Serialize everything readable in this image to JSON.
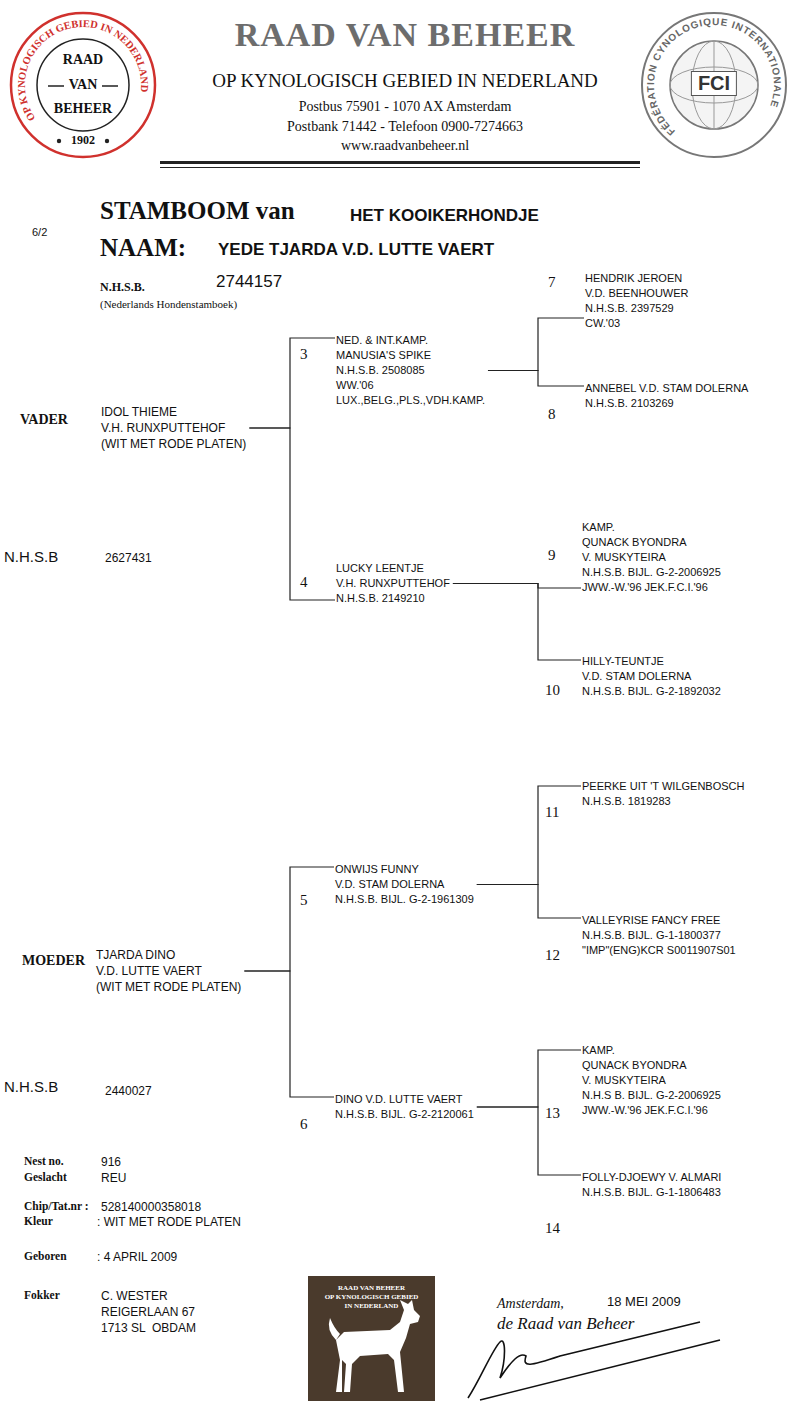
{
  "diagram": {
    "title": "STAMBOOM van",
    "nodes": [
      {
        "text": [
          "OP KYNOLOGISCH GEBIED IN NEDERLAND",
          "RAAD",
          "VAN",
          "BEHEER",
          "1902"
        ]
      },
      {
        "text": [
          "FÉDÉRATION CYNOLOGIQUE INTERNATIONALE",
          "FCI"
        ]
      },
      {
        "text": [
          "IDOL THIEME",
          "V.H. RUNXPUTTEHOF",
          "(WIT MET RODE PLATEN)"
        ]
      },
      {
        "text": [
          "NED. & INT.KAMP.",
          "MANUSIA'S SPIKE",
          "N.H.S.B. 2508085",
          "WW.'06",
          "LUX.,BELG.,PLS.,VDH.KAMP."
        ]
      },
      {
        "text": [
          "LUCKY LEENTJE",
          "V.H. RUNXPUTTEHOF",
          "N.H.S.B. 2149210"
        ]
      },
      {
        "text": [
          "HENDRIK JEROEN",
          "V.D. BEENHOUWER",
          "N.H.S.B. 2397529",
          "CW.'03"
        ]
      },
      {
        "text": [
          "ANNEBEL V.D. STAM DOLERNA",
          "N.H.S.B. 2103269"
        ]
      },
      {
        "text": [
          "KAMP.",
          "QUNACK BYONDRA",
          "V. MUSKYTEIRA",
          "N.H.S.B. BIJL. G-2-2006925",
          "JWW.-W.'96 JEK.F.C.I.'96"
        ]
      },
      {
        "text": [
          "HILLY-TEUNTJE",
          "V.D. STAM DOLERNA",
          "N.H.S.B. BIJL. G-2-1892032"
        ]
      },
      {
        "text": [
          "TJARDA DINO",
          "V.D. LUTTE VAERT",
          "(WIT MET RODE PLATEN)"
        ]
      },
      {
        "text": [
          "ONWIJS FUNNY",
          "V.D. STAM DOLERNA",
          "N.H.S.B. BIJL. G-2-1961309"
        ]
      },
      {
        "text": [
          "DINO V.D. LUTTE VAERT",
          "N.H.S.B. BIJL. G-2-2120061"
        ]
      },
      {
        "text": [
          "PEERKE UIT 'T WILGENBOSCH",
          "N.H.S.B. 1819283"
        ]
      },
      {
        "text": [
          "VALLEYRISE FANCY FREE",
          "N.H.S.B. BIJL. G-1-1800377",
          "\"IMP\"(ENG)KCR S0011907S01"
        ]
      },
      {
        "text": [
          "KAMP.",
          "QUNACK BYONDRA",
          "V. MUSKYTEIRA",
          "N.H.S B. BIJL. G-2-2006925",
          "JWW.-W.'96 JEK.F.C.I.'96"
        ]
      },
      {
        "text": [
          "FOLLY-DJOEWY V. ALMARI",
          "N.H.S.B. BIJL. G-1-1806483"
        ]
      },
      {
        "text": [
          "RAAD VAN BEHEER",
          "OP KYNOLOGISCH GEBIED",
          "IN NEDERLAND"
        ]
      }
    ],
    "edges": [
      {
        "from": 2,
        "to": 3,
        "arrow": "none"
      },
      {
        "from": 2,
        "to": 4,
        "arrow": "none"
      },
      {
        "from": 3,
        "to": 5,
        "arrow": "none"
      },
      {
        "from": 3,
        "to": 6,
        "arrow": "none"
      },
      {
        "from": 4,
        "to": 7,
        "arrow": "none"
      },
      {
        "from": 4,
        "to": 8,
        "arrow": "none"
      },
      {
        "from": 9,
        "to": 10,
        "arrow": "none"
      },
      {
        "from": 9,
        "to": 11,
        "arrow": "none"
      },
      {
        "from": 10,
        "to": 12,
        "arrow": "none"
      },
      {
        "from": 10,
        "to": 13,
        "arrow": "none"
      },
      {
        "from": 11,
        "to": 14,
        "arrow": "none"
      },
      {
        "from": 11,
        "to": 15,
        "arrow": "none"
      }
    ],
    "labels": [
      "RAAD VAN BEHEER",
      "OP KYNOLOGISCH GEBIED IN NEDERLAND",
      "Postbus 75901 - 1070 AX Amsterdam",
      "Postbank 71442 - Telefoon 0900-7274663",
      "www.raadvanbeheer.nl",
      "6/2",
      "HET KOOIKERHONDJE",
      "NAAM:",
      "YEDE TJARDA V.D. LUTTE VAERT",
      "N.H.S.B.",
      "2744157",
      "(Nederlands Hondenstamboek)",
      "VADER",
      "N.H.S.B",
      "2627431",
      "3",
      "4",
      "7",
      "8",
      "9",
      "10",
      "MOEDER",
      "N.H.S.B",
      "2440027",
      "5",
      "6",
      "11",
      "12",
      "13",
      "14",
      "Nest no.",
      "916",
      "Geslacht",
      "REU",
      "Chip/Tat.nr :",
      "528140000358018",
      "Kleur",
      ": WIT MET RODE PLATEN",
      "Geboren",
      ": 4 APRIL 2009",
      "Fokker",
      "C. WESTER",
      "REIGERLAAN 67",
      "1713 SL  OBDAM",
      "Amsterdam,",
      "18 MEI 2009",
      "de Raad van Beheer"
    ]
  }
}
